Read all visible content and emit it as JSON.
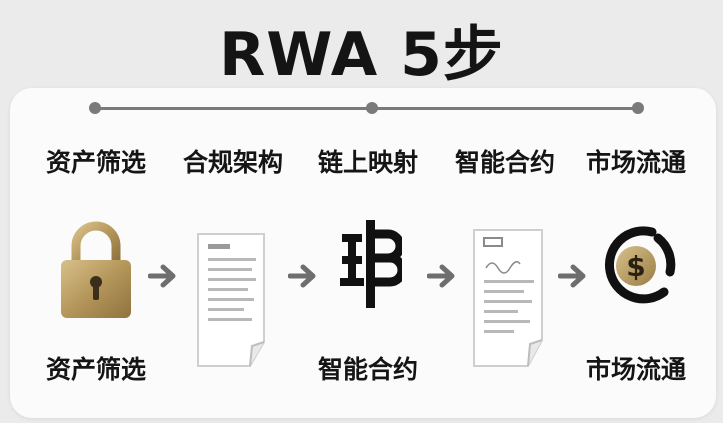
{
  "title": "RWA 5步",
  "steps": [
    {
      "label": "资产筛选",
      "icon": "padlock-icon"
    },
    {
      "label": "合规架构",
      "icon": "document-icon"
    },
    {
      "label": "链上映射",
      "icon": "chain-glyph-icon"
    },
    {
      "label": "智能合约",
      "icon": "contract-document-icon"
    },
    {
      "label": "市场流通",
      "icon": "dollar-coin-icon"
    }
  ],
  "bottom_labels": {
    "first": "资产筛选",
    "middle": "智能合约",
    "last": "市场流通"
  },
  "colors": {
    "gold": "#b89a5e",
    "dark": "#141414",
    "line": "#7a7a7a"
  }
}
